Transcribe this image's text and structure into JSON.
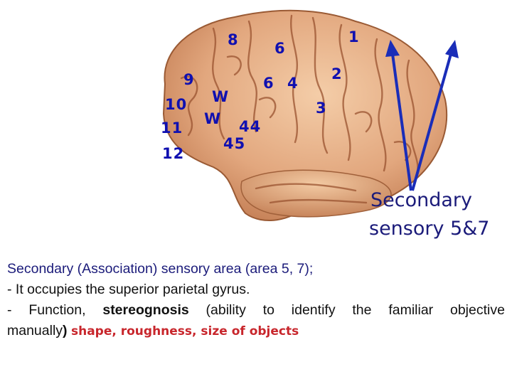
{
  "figure": {
    "area_labels": [
      "8",
      "6",
      "1",
      "9",
      "6",
      "4",
      "2",
      "10",
      "W",
      "3",
      "W",
      "11",
      "44",
      "45",
      "12"
    ],
    "secondary_label": [
      "Secondary",
      "sensory 5&7"
    ]
  },
  "text": {
    "heading": "Secondary (Association) sensory area (area 5, 7);",
    "bullet1": "- It occupies the superior parietal gyrus.",
    "bullet2_words": [
      "-",
      "Function,",
      "stereognosis",
      "(ability",
      "to",
      "identify",
      "the",
      "familiar",
      "objective"
    ],
    "line4_regular": "manually",
    "line4_paren": ")",
    "line4_red": "shape, roughness, size of objects"
  },
  "colors": {
    "label_blue": "#1010b0",
    "arrow_blue": "#1a2db8",
    "heading_navy": "#1b1b7a",
    "emphasis_red": "#c8262c",
    "brain_light": "#e8b58e",
    "brain_dark": "#b4683e"
  }
}
